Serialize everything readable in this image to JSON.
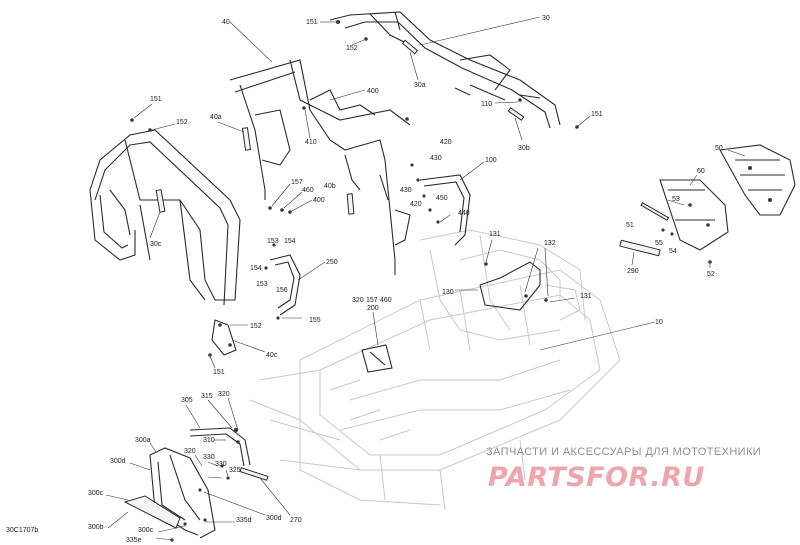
{
  "diagram": {
    "drawing_code": "30C1707b",
    "callouts": [
      {
        "id": "c30",
        "text": "30"
      },
      {
        "id": "c151a",
        "text": "151"
      },
      {
        "id": "c152a",
        "text": "152"
      },
      {
        "id": "c40",
        "text": "40"
      },
      {
        "id": "c30a",
        "text": "30a"
      },
      {
        "id": "c400a",
        "text": "400"
      },
      {
        "id": "c110",
        "text": "110"
      },
      {
        "id": "c151b",
        "text": "151"
      },
      {
        "id": "c151c",
        "text": "151"
      },
      {
        "id": "c152b",
        "text": "152"
      },
      {
        "id": "c40a",
        "text": "40a"
      },
      {
        "id": "c410",
        "text": "410"
      },
      {
        "id": "c30b",
        "text": "30b"
      },
      {
        "id": "c420a",
        "text": "420"
      },
      {
        "id": "c430a",
        "text": "430"
      },
      {
        "id": "c100",
        "text": "100"
      },
      {
        "id": "c50",
        "text": "50"
      },
      {
        "id": "c60",
        "text": "60"
      },
      {
        "id": "c157a",
        "text": "157"
      },
      {
        "id": "c460a",
        "text": "460"
      },
      {
        "id": "c400b",
        "text": "400"
      },
      {
        "id": "c40b",
        "text": "40b"
      },
      {
        "id": "c430b",
        "text": "430"
      },
      {
        "id": "c420b",
        "text": "420"
      },
      {
        "id": "c450",
        "text": "450"
      },
      {
        "id": "c440",
        "text": "440"
      },
      {
        "id": "c53",
        "text": "53"
      },
      {
        "id": "c51",
        "text": "51"
      },
      {
        "id": "c30c",
        "text": "30c"
      },
      {
        "id": "c153a",
        "text": "153"
      },
      {
        "id": "c154a",
        "text": "154"
      },
      {
        "id": "c131a",
        "text": "131"
      },
      {
        "id": "c132",
        "text": "132"
      },
      {
        "id": "c55",
        "text": "55"
      },
      {
        "id": "c54",
        "text": "54"
      },
      {
        "id": "c250",
        "text": "250"
      },
      {
        "id": "c154b",
        "text": "154"
      },
      {
        "id": "c290",
        "text": "290"
      },
      {
        "id": "c52a",
        "text": "52"
      },
      {
        "id": "c153b",
        "text": "153"
      },
      {
        "id": "c156",
        "text": "156"
      },
      {
        "id": "c130",
        "text": "130"
      },
      {
        "id": "c131b",
        "text": "131"
      },
      {
        "id": "c320a",
        "text": "320"
      },
      {
        "id": "c157b",
        "text": "157"
      },
      {
        "id": "c460b",
        "text": "460"
      },
      {
        "id": "c200",
        "text": "200"
      },
      {
        "id": "c152c",
        "text": "152"
      },
      {
        "id": "c155",
        "text": "155"
      },
      {
        "id": "c10",
        "text": "10"
      },
      {
        "id": "c40c",
        "text": "40c"
      },
      {
        "id": "c151d",
        "text": "151"
      },
      {
        "id": "c305",
        "text": "305"
      },
      {
        "id": "c315",
        "text": "315"
      },
      {
        "id": "c320b",
        "text": "320"
      },
      {
        "id": "c310",
        "text": "310"
      },
      {
        "id": "c300a",
        "text": "300a"
      },
      {
        "id": "c320c",
        "text": "320"
      },
      {
        "id": "c330a",
        "text": "330"
      },
      {
        "id": "c300d",
        "text": "300d"
      },
      {
        "id": "c330b",
        "text": "330"
      },
      {
        "id": "c325",
        "text": "325"
      },
      {
        "id": "c300c",
        "text": "300c"
      },
      {
        "id": "c335d",
        "text": "335d"
      },
      {
        "id": "c300d2",
        "text": "300d"
      },
      {
        "id": "c270",
        "text": "270"
      },
      {
        "id": "c300b",
        "text": "300b"
      },
      {
        "id": "c300c2",
        "text": "300c"
      },
      {
        "id": "c335e",
        "text": "335e"
      }
    ]
  },
  "watermark": {
    "tagline": "ЗАПЧАСТИ И АКСЕССУАРЫ ДЛЯ МОТОТЕХНИКИ",
    "logo_text": "PARTSFOR.RU",
    "color": "#eea6ac"
  }
}
